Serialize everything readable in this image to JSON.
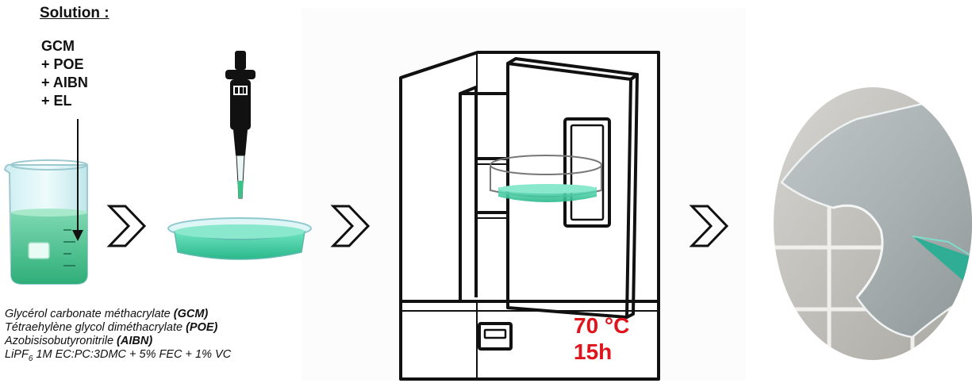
{
  "solution": {
    "title": "Solution :",
    "components": [
      "GCM",
      "+ POE",
      "+ AIBN",
      "+ EL"
    ]
  },
  "legend": {
    "lines": [
      {
        "text": "Glycérol carbonate méthacrylate ",
        "bold": "(GCM)"
      },
      {
        "text": "Tétraehylène glycol diméthacrylate ",
        "bold": "(POE)"
      },
      {
        "text": "Azobisisobutyronitrile ",
        "bold": "(AIBN)"
      }
    ],
    "electrolyte": {
      "prefix": "LiPF",
      "subscript": "6",
      "rest": " 1M EC:PC:3DMC + 5% FEC + 1% VC"
    }
  },
  "oven": {
    "temperature": "70 °C",
    "duration": "15h"
  },
  "colors": {
    "liquid": "#3cc288",
    "liquid_light": "#7fd9b2",
    "petri_liquid": "#4fd6a8",
    "text_red": "#e0141c",
    "outline": "#111111"
  },
  "icons": [
    "beaker-icon",
    "arrow-icon",
    "pipette-icon",
    "petri-dish-icon",
    "oven-icon",
    "membrane-photo"
  ]
}
